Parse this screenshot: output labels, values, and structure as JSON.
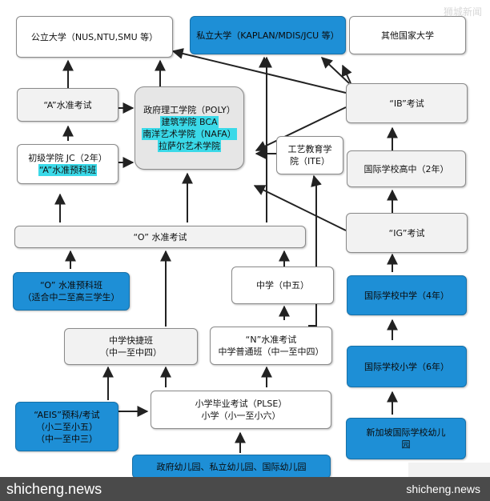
{
  "watermark_top": "狮城新闻",
  "nodes": {
    "public_univ": "公立大学（NUS,NTU,SMU 等）",
    "private_univ": "私立大学（KAPLAN/MDIS/JCU 等）",
    "other_univ": "其他国家大学",
    "a_level_exam": "“A”水准考试",
    "poly_line1": "政府理工学院（POLY）",
    "poly_line2": "建筑学院 BCA",
    "poly_line3": "南洋艺术学院（NAFA）",
    "poly_line4": "拉萨尔艺术学院",
    "ib_exam": "“IB”考试",
    "jc_line1": "初级学院 JC（2年）",
    "jc_line2": "“A”水准预科班",
    "ite_line1": "工艺教育学",
    "ite_line2": "院（ITE）",
    "intl_high": "国际学校高中（2年）",
    "o_level_exam": "“O” 水准考试",
    "ig_exam": "“IG”考试",
    "o_prep_line1": "“O” 水准预科班",
    "o_prep_line2": "（适合中二至高三学生）",
    "secondary5": "中学（中五）",
    "intl_middle": "国际学校中学（4年）",
    "express_line1": "中学快捷班",
    "express_line2": "（中一至中四）",
    "n_level_line1": "“N”水准考试",
    "n_level_line2": "中学普通班（中一至中四）",
    "intl_primary": "国际学校小学（6年）",
    "aeis_line1": "“AEIS”预科/考试",
    "aeis_line2": "（小二至小五）",
    "aeis_line3": "（中一至中三）",
    "psle_line1": "小学毕业考试（PLSE）",
    "psle_line2": "小学（小一至小六）",
    "sg_intl_kg_line1": "新加坡国际学校幼儿",
    "sg_intl_kg_line2": "园",
    "kindergarten": "政府幼儿园、私立幼儿园、国际幼儿园"
  },
  "footer": {
    "left": "shicheng.news",
    "right": "shicheng.news"
  }
}
